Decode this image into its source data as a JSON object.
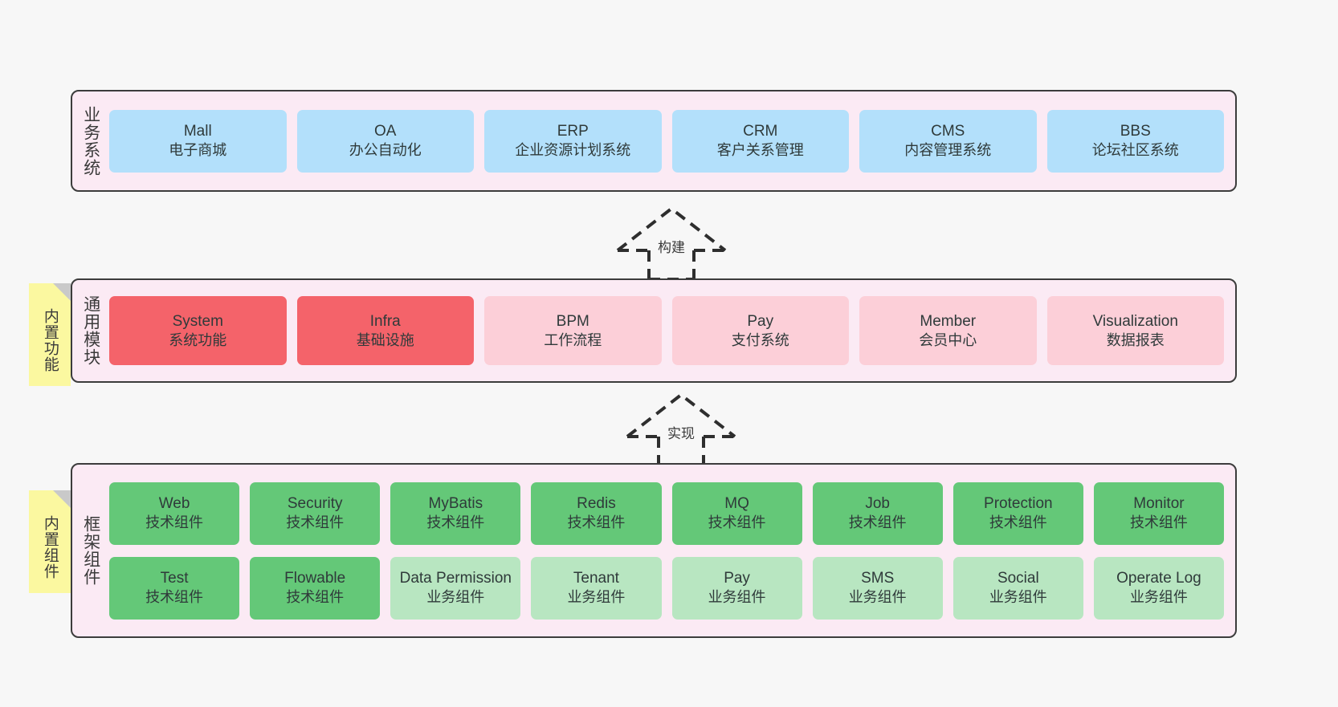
{
  "diagram": {
    "background": "#f7f7f7",
    "layer_background": "#fbeaf4",
    "layer_border": "#3c3c3c",
    "note_color": "#fbf8a0",
    "note_fold_color": "#c9c9c9"
  },
  "layers": [
    {
      "id": "business-system",
      "caption": "业务系统",
      "card_color": "#b3e0fb",
      "cards": [
        {
          "title": "Mall",
          "subtitle": "电子商城",
          "style": "blue"
        },
        {
          "title": "OA",
          "subtitle": "办公自动化",
          "style": "blue"
        },
        {
          "title": "ERP",
          "subtitle": "企业资源计划系统",
          "style": "blue"
        },
        {
          "title": "CRM",
          "subtitle": "客户关系管理",
          "style": "blue"
        },
        {
          "title": "CMS",
          "subtitle": "内容管理系统",
          "style": "blue"
        },
        {
          "title": "BBS",
          "subtitle": "论坛社区系统",
          "style": "blue"
        }
      ]
    },
    {
      "id": "general-modules",
      "caption": "通用模块",
      "note": "内置功能",
      "card_color_primary": "#f4636a",
      "card_color_secondary": "#fccfd8",
      "cards": [
        {
          "title": "System",
          "subtitle": "系统功能",
          "style": "red"
        },
        {
          "title": "Infra",
          "subtitle": "基础设施",
          "style": "red"
        },
        {
          "title": "BPM",
          "subtitle": "工作流程",
          "style": "pink"
        },
        {
          "title": "Pay",
          "subtitle": "支付系统",
          "style": "pink"
        },
        {
          "title": "Member",
          "subtitle": "会员中心",
          "style": "pink"
        },
        {
          "title": "Visualization",
          "subtitle": "数据报表",
          "style": "pink"
        }
      ]
    },
    {
      "id": "framework-components",
      "caption": "框架组件",
      "note": "内置组件",
      "card_color_primary": "#64c878",
      "card_color_secondary": "#b8e6c1",
      "row1": [
        {
          "title": "Web",
          "subtitle": "技术组件",
          "style": "green"
        },
        {
          "title": "Security",
          "subtitle": "技术组件",
          "style": "green"
        },
        {
          "title": "MyBatis",
          "subtitle": "技术组件",
          "style": "green"
        },
        {
          "title": "Redis",
          "subtitle": "技术组件",
          "style": "green"
        },
        {
          "title": "MQ",
          "subtitle": "技术组件",
          "style": "green"
        },
        {
          "title": "Job",
          "subtitle": "技术组件",
          "style": "green"
        },
        {
          "title": "Protection",
          "subtitle": "技术组件",
          "style": "green"
        },
        {
          "title": "Monitor",
          "subtitle": "技术组件",
          "style": "green"
        }
      ],
      "row2": [
        {
          "title": "Test",
          "subtitle": "技术组件",
          "style": "green"
        },
        {
          "title": "Flowable",
          "subtitle": "技术组件",
          "style": "green"
        },
        {
          "title": "Data Permission",
          "subtitle": "业务组件",
          "style": "lightgreen"
        },
        {
          "title": "Tenant",
          "subtitle": "业务组件",
          "style": "lightgreen"
        },
        {
          "title": "Pay",
          "subtitle": "业务组件",
          "style": "lightgreen"
        },
        {
          "title": "SMS",
          "subtitle": "业务组件",
          "style": "lightgreen"
        },
        {
          "title": "Social",
          "subtitle": "业务组件",
          "style": "lightgreen"
        },
        {
          "title": "Operate Log",
          "subtitle": "业务组件",
          "style": "lightgreen"
        }
      ]
    }
  ],
  "connectors": [
    {
      "id": "build",
      "label": "构建",
      "direction": "up",
      "style": "dashed-hollow-arrow"
    },
    {
      "id": "realize",
      "label": "实现",
      "direction": "up",
      "style": "dashed-hollow-arrow"
    }
  ]
}
